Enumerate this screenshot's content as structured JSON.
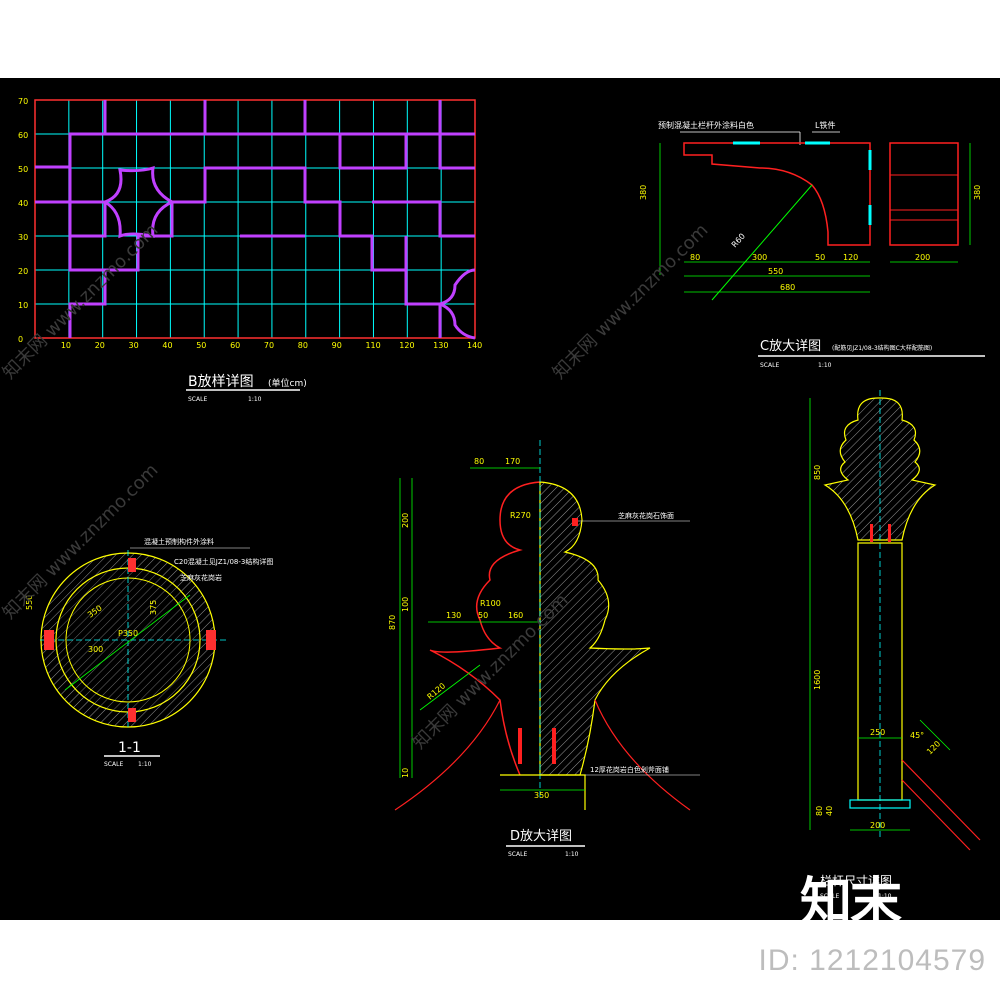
{
  "panels": {
    "b": {
      "title": "B放样详图",
      "unit": "(单位cm)",
      "scale_label": "SCALE",
      "scale": "1:10",
      "y_ticks": [
        "70",
        "60",
        "50",
        "40",
        "30",
        "20",
        "10",
        "0"
      ],
      "x_ticks": [
        "10",
        "20",
        "30",
        "40",
        "50",
        "60",
        "70",
        "80",
        "90",
        "110",
        "120",
        "130",
        "140"
      ]
    },
    "c": {
      "title": "C放大详图",
      "subtitle": "(配筋见JZ1/08-3结构图C大样配筋图)",
      "scale_label": "SCALE",
      "scale": "1:10",
      "note1": "预制混凝土栏杆外涂料白色",
      "note2": "L铁件",
      "dims": {
        "d300": "300",
        "d50a": "50",
        "d120": "120",
        "d550": "550",
        "d680": "680",
        "d80": "80",
        "d200": "200",
        "d380": "380",
        "r": "R60"
      }
    },
    "section": {
      "title": "1-1",
      "scale_label": "SCALE",
      "scale": "1:10",
      "note1": "混凝土预制构件外涂料",
      "note2": "C20混凝土见JZ1/08-3结构详图",
      "note3": "芝麻灰花岗岩",
      "dims": {
        "d550": "550",
        "d375": "375",
        "d300": "300",
        "d350": "350",
        "p": "P350"
      }
    },
    "d": {
      "title": "D放大详图",
      "scale_label": "SCALE",
      "scale": "1:10",
      "note1": "芝麻灰花岗石饰面",
      "note2": "12厚花岗岩白色剁斧面铺",
      "dims": {
        "d80": "80",
        "d170": "170",
        "r270": "R270",
        "r100": "R100",
        "d130": "130",
        "d50": "50",
        "d160": "160",
        "d200": "200",
        "d870": "870",
        "d100": "100",
        "d350": "350",
        "r120": "R120",
        "d10": "10"
      }
    },
    "e": {
      "title": "栏杆尺寸详图",
      "scale_label": "SCALE",
      "scale": "1:10",
      "dims": {
        "d850": "850",
        "d1600": "1600",
        "d250": "250",
        "d200": "200",
        "d80": "80",
        "d40": "40",
        "d45": "45°",
        "d120": "120"
      }
    }
  },
  "watermark": {
    "text": "知末网 www.znzmo.com",
    "logo": "知末",
    "id": "ID: 1212104579"
  }
}
